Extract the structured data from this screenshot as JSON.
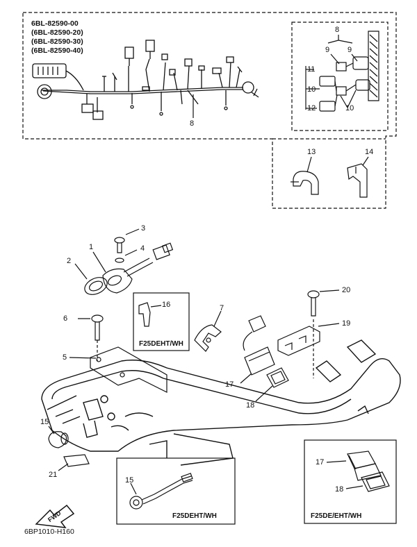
{
  "part_numbers": [
    "6BL-82590-00",
    "(6BL-82590-20)",
    "(6BL-82590-30)",
    "(6BL-82590-40)"
  ],
  "callouts": {
    "c1": "1",
    "c2": "2",
    "c3": "3",
    "c4": "4",
    "c5": "5",
    "c6": "6",
    "c7": "7",
    "c8a": "8",
    "c8b": "8",
    "c9a": "9",
    "c9b": "9",
    "c10a": "10",
    "c10b": "10",
    "c11": "11",
    "c12": "12",
    "c13": "13",
    "c14": "14",
    "c15a": "15",
    "c15b": "15",
    "c16": "16",
    "c17a": "17",
    "c17b": "17",
    "c18a": "18",
    "c18b": "18",
    "c19": "19",
    "c20": "20",
    "c21": "21"
  },
  "variants": {
    "box16": "F25DEHT/WH",
    "box15": "F25DEHT/WH",
    "box17": "F25DE/EHT/WH"
  },
  "arrow_label": "FWD",
  "doc_id": "6BP1010-H160"
}
